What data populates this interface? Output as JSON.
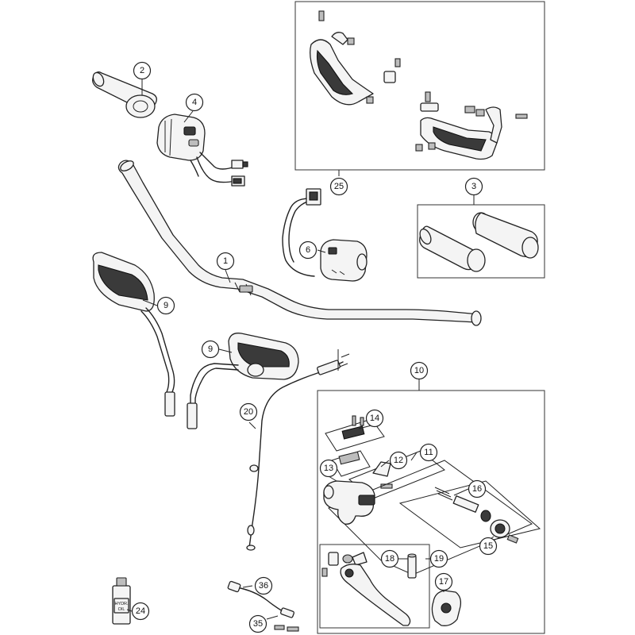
{
  "callouts": {
    "c1": "1",
    "c2": "2",
    "c3": "3",
    "c4": "4",
    "c6": "6",
    "c9a": "9",
    "c9b": "9",
    "c10": "10",
    "c11": "11",
    "c12": "12",
    "c13": "13",
    "c14": "14",
    "c15": "15",
    "c16": "16",
    "c17": "17",
    "c18": "18",
    "c19": "19",
    "c20": "20",
    "c24": "24",
    "c25": "25",
    "c35": "35",
    "c36": "36"
  },
  "bottle_label": {
    "line1": "HYDR.",
    "line2": "OIL"
  }
}
